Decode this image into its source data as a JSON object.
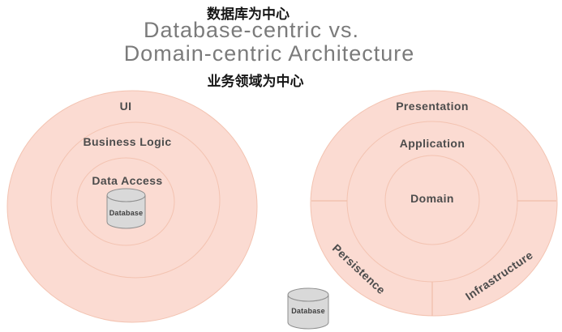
{
  "title": {
    "zh_top": "数据库为中心",
    "line1": "Database-centric vs.",
    "line2": "Domain-centric Architecture",
    "zh_bottom": "业务领域为中心"
  },
  "left_diagram": {
    "name": "Database-centric architecture",
    "layers": [
      "UI",
      "Business Logic",
      "Data Access"
    ],
    "database_label": "Database"
  },
  "right_diagram": {
    "name": "Domain-centric architecture",
    "layers": [
      "Presentation",
      "Application",
      "Domain"
    ],
    "sectors": [
      "Persistence",
      "Infrastructure"
    ],
    "database_label": "Database"
  },
  "colors": {
    "ring_fill": "#fbdbd2",
    "ring_stroke": "#f3c3b1",
    "label_text": "#4c4c4c",
    "title_text": "#7b7b7b",
    "chinese_text": "#161616",
    "cylinder_fill": "#d9d9d9",
    "cylinder_stroke": "#8f8f8f"
  }
}
